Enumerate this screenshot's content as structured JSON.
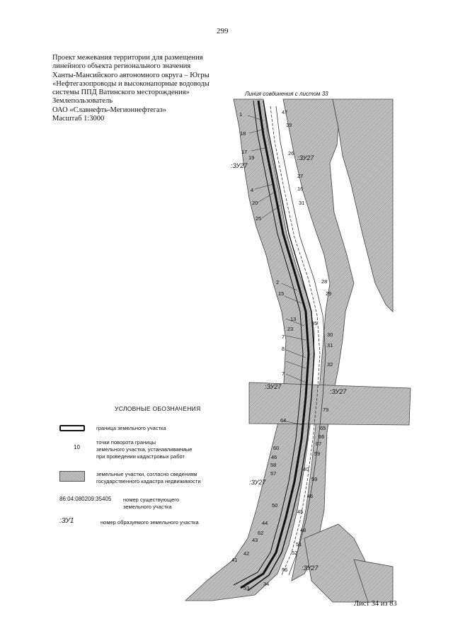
{
  "page_number": "299",
  "header": {
    "lines": [
      "Проект межевания территории для размещения",
      "линейного объекта регионального значения",
      "Ханты-Мансийского автономного округа – Югры",
      "«Нефтегазопроводы и высоконапорные водоводы",
      "системы ППД Ватинского месторождения»",
      "Землепользователь",
      "ОАО «Славнефть-Мегионнефтегаз»",
      "Масштаб 1:3000"
    ]
  },
  "map": {
    "connection_label": "Линия совдинения с листом 33",
    "parcel_labels": [
      ":ЗУ27",
      ":ЗУ27",
      ":ЗУ27",
      ":ЗУ27",
      ":ЗУ27",
      ":ЗУ27"
    ],
    "point_labels": [
      "1",
      "18",
      "17",
      "19",
      "4",
      "20",
      "25",
      "2",
      "15",
      "13",
      "23",
      "7",
      "8",
      "7",
      "64",
      "60",
      "46",
      "58",
      "57",
      "50",
      "44",
      "62",
      "43",
      "41",
      "42",
      "53",
      "47",
      "39",
      "26",
      "27",
      "16",
      "31",
      "28",
      "29",
      "35",
      "30",
      "31",
      "32",
      "79",
      "65",
      "66",
      "67",
      "59",
      "40",
      "45",
      "48",
      "51",
      "52",
      "59",
      "56",
      "34",
      "46"
    ],
    "colors": {
      "parcel_fill": "#bdbdbd",
      "line": "#111111",
      "background": "#ffffff"
    }
  },
  "legend": {
    "title": "УСЛОВНЫЕ ОБОЗНАЧЕНИЯ",
    "border_label": "граница земельного участка",
    "point_sample": "10",
    "point_label_lines": [
      "точки поворота границы",
      "земельного участка, устанавливаемые",
      "при проведении кадастровых работ"
    ],
    "parcel_label_lines": [
      "земельные участки, согласно сведениям",
      "государственного кадастра недвижимости"
    ],
    "cadastral_sample": "86:04:080209:35405",
    "cadastral_label_lines": [
      "номер существующего",
      "земельного участка"
    ],
    "new_parcel_sample": ":ЗУ1",
    "new_parcel_label": "номер образуемого земельного участка"
  },
  "sheet": "Лист 34 из 83"
}
